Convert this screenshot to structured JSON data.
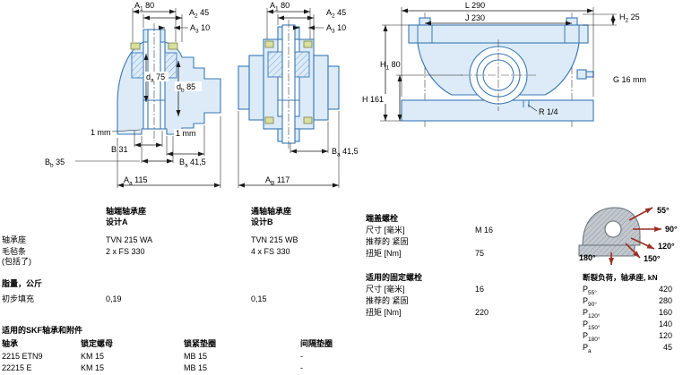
{
  "palette": {
    "drawing_blue": "#3a78b5",
    "drawing_fill": "#dcebf7",
    "seal_yellow": "#d9df9c",
    "arrow_red": "#9c2f23"
  },
  "drawing_a": {
    "dims": {
      "A1": {
        "base": "A",
        "sub": "1",
        "val": "80"
      },
      "A2": {
        "base": "A",
        "sub": "2",
        "val": "45"
      },
      "A3": {
        "base": "A",
        "sub": "3",
        "val": "10"
      },
      "da": {
        "base": "d",
        "sub": "a",
        "val": "75"
      },
      "db": {
        "base": "d",
        "sub": "b",
        "val": "85"
      },
      "gap_left": "1 mm",
      "gap_right": "1 mm",
      "Bb": {
        "base": "B",
        "sub": "b",
        "val": "35"
      },
      "B": "B 31",
      "Ba": {
        "base": "B",
        "sub": "a",
        "val": "41,5"
      },
      "Aa": {
        "base": "A",
        "sub": "a",
        "val": "115"
      }
    }
  },
  "drawing_b": {
    "dims": {
      "A1": {
        "base": "A",
        "sub": "1",
        "val": "80"
      },
      "A2": {
        "base": "A",
        "sub": "2",
        "val": "45"
      },
      "A3": {
        "base": "A",
        "sub": "3",
        "val": "10"
      },
      "Ba": {
        "base": "B",
        "sub": "a",
        "val": "41,5"
      },
      "AB": {
        "base": "A",
        "sub": "B",
        "val": "117"
      }
    }
  },
  "drawing_side": {
    "dims": {
      "L": "L 290",
      "J": "J 230",
      "H2": {
        "base": "H",
        "sub": "2",
        "val": "25"
      },
      "H1": {
        "base": "H",
        "sub": "1",
        "val": "80"
      },
      "H": "H 161",
      "G": "G 16 mm",
      "R": "R 1/4"
    }
  },
  "load_diagram": {
    "angles": [
      "55°",
      "90°",
      "120°",
      "150°",
      "180°"
    ]
  },
  "columns": {
    "a": {
      "title1": "轴端轴承座",
      "title2": "设计A"
    },
    "b": {
      "title1": "通轴轴承座",
      "title2": "设计B"
    }
  },
  "specs": {
    "housing_label": "轴承座",
    "felt_label": "毛毡条",
    "felt_label2": "(包括了)",
    "grease_header": "脂量，公斤",
    "fill_label": "初步填充",
    "a": {
      "housing": "TVN 215 WA",
      "felt": "2 x FS 330",
      "fill": "0,19"
    },
    "b": {
      "housing": "TVN 215 WB",
      "felt": "4 x FS 330",
      "fill": "0,15"
    }
  },
  "cap_bolts": {
    "title": "端盖螺栓",
    "size_label": "尺寸 [毫米]",
    "size_value": "M 16",
    "rec_label": "推荐的 紧固",
    "torque_label": "扭矩 [Nm]",
    "torque_value": "75"
  },
  "attach_bolts": {
    "title": "适用的固定螺栓",
    "size_label": "尺寸 [毫米]",
    "size_value": "16",
    "rec_label": "推荐的 紧固",
    "torque_label": "扭矩 [Nm]",
    "torque_value": "220"
  },
  "breaking_loads": {
    "title": "断裂负荷，轴承座, kN",
    "rows": [
      {
        "base": "P",
        "sub": "55°",
        "val": "420"
      },
      {
        "base": "P",
        "sub": "90°",
        "val": "280"
      },
      {
        "base": "P",
        "sub": "120°",
        "val": "160"
      },
      {
        "base": "P",
        "sub": "150°",
        "val": "140"
      },
      {
        "base": "P",
        "sub": "180°",
        "val": "120"
      },
      {
        "base": "P",
        "sub": "a",
        "val": "45"
      }
    ]
  },
  "accessories": {
    "title": "适用的SKF轴承和附件",
    "headers": [
      "轴承",
      "锁定螺母",
      "锁紧垫圈",
      "间隔垫圈"
    ],
    "rows": [
      [
        "2215 ETN9",
        "KM 15",
        "MB 15",
        "-"
      ],
      [
        "22215 E",
        "KM 15",
        "MB 15",
        "-"
      ]
    ]
  }
}
